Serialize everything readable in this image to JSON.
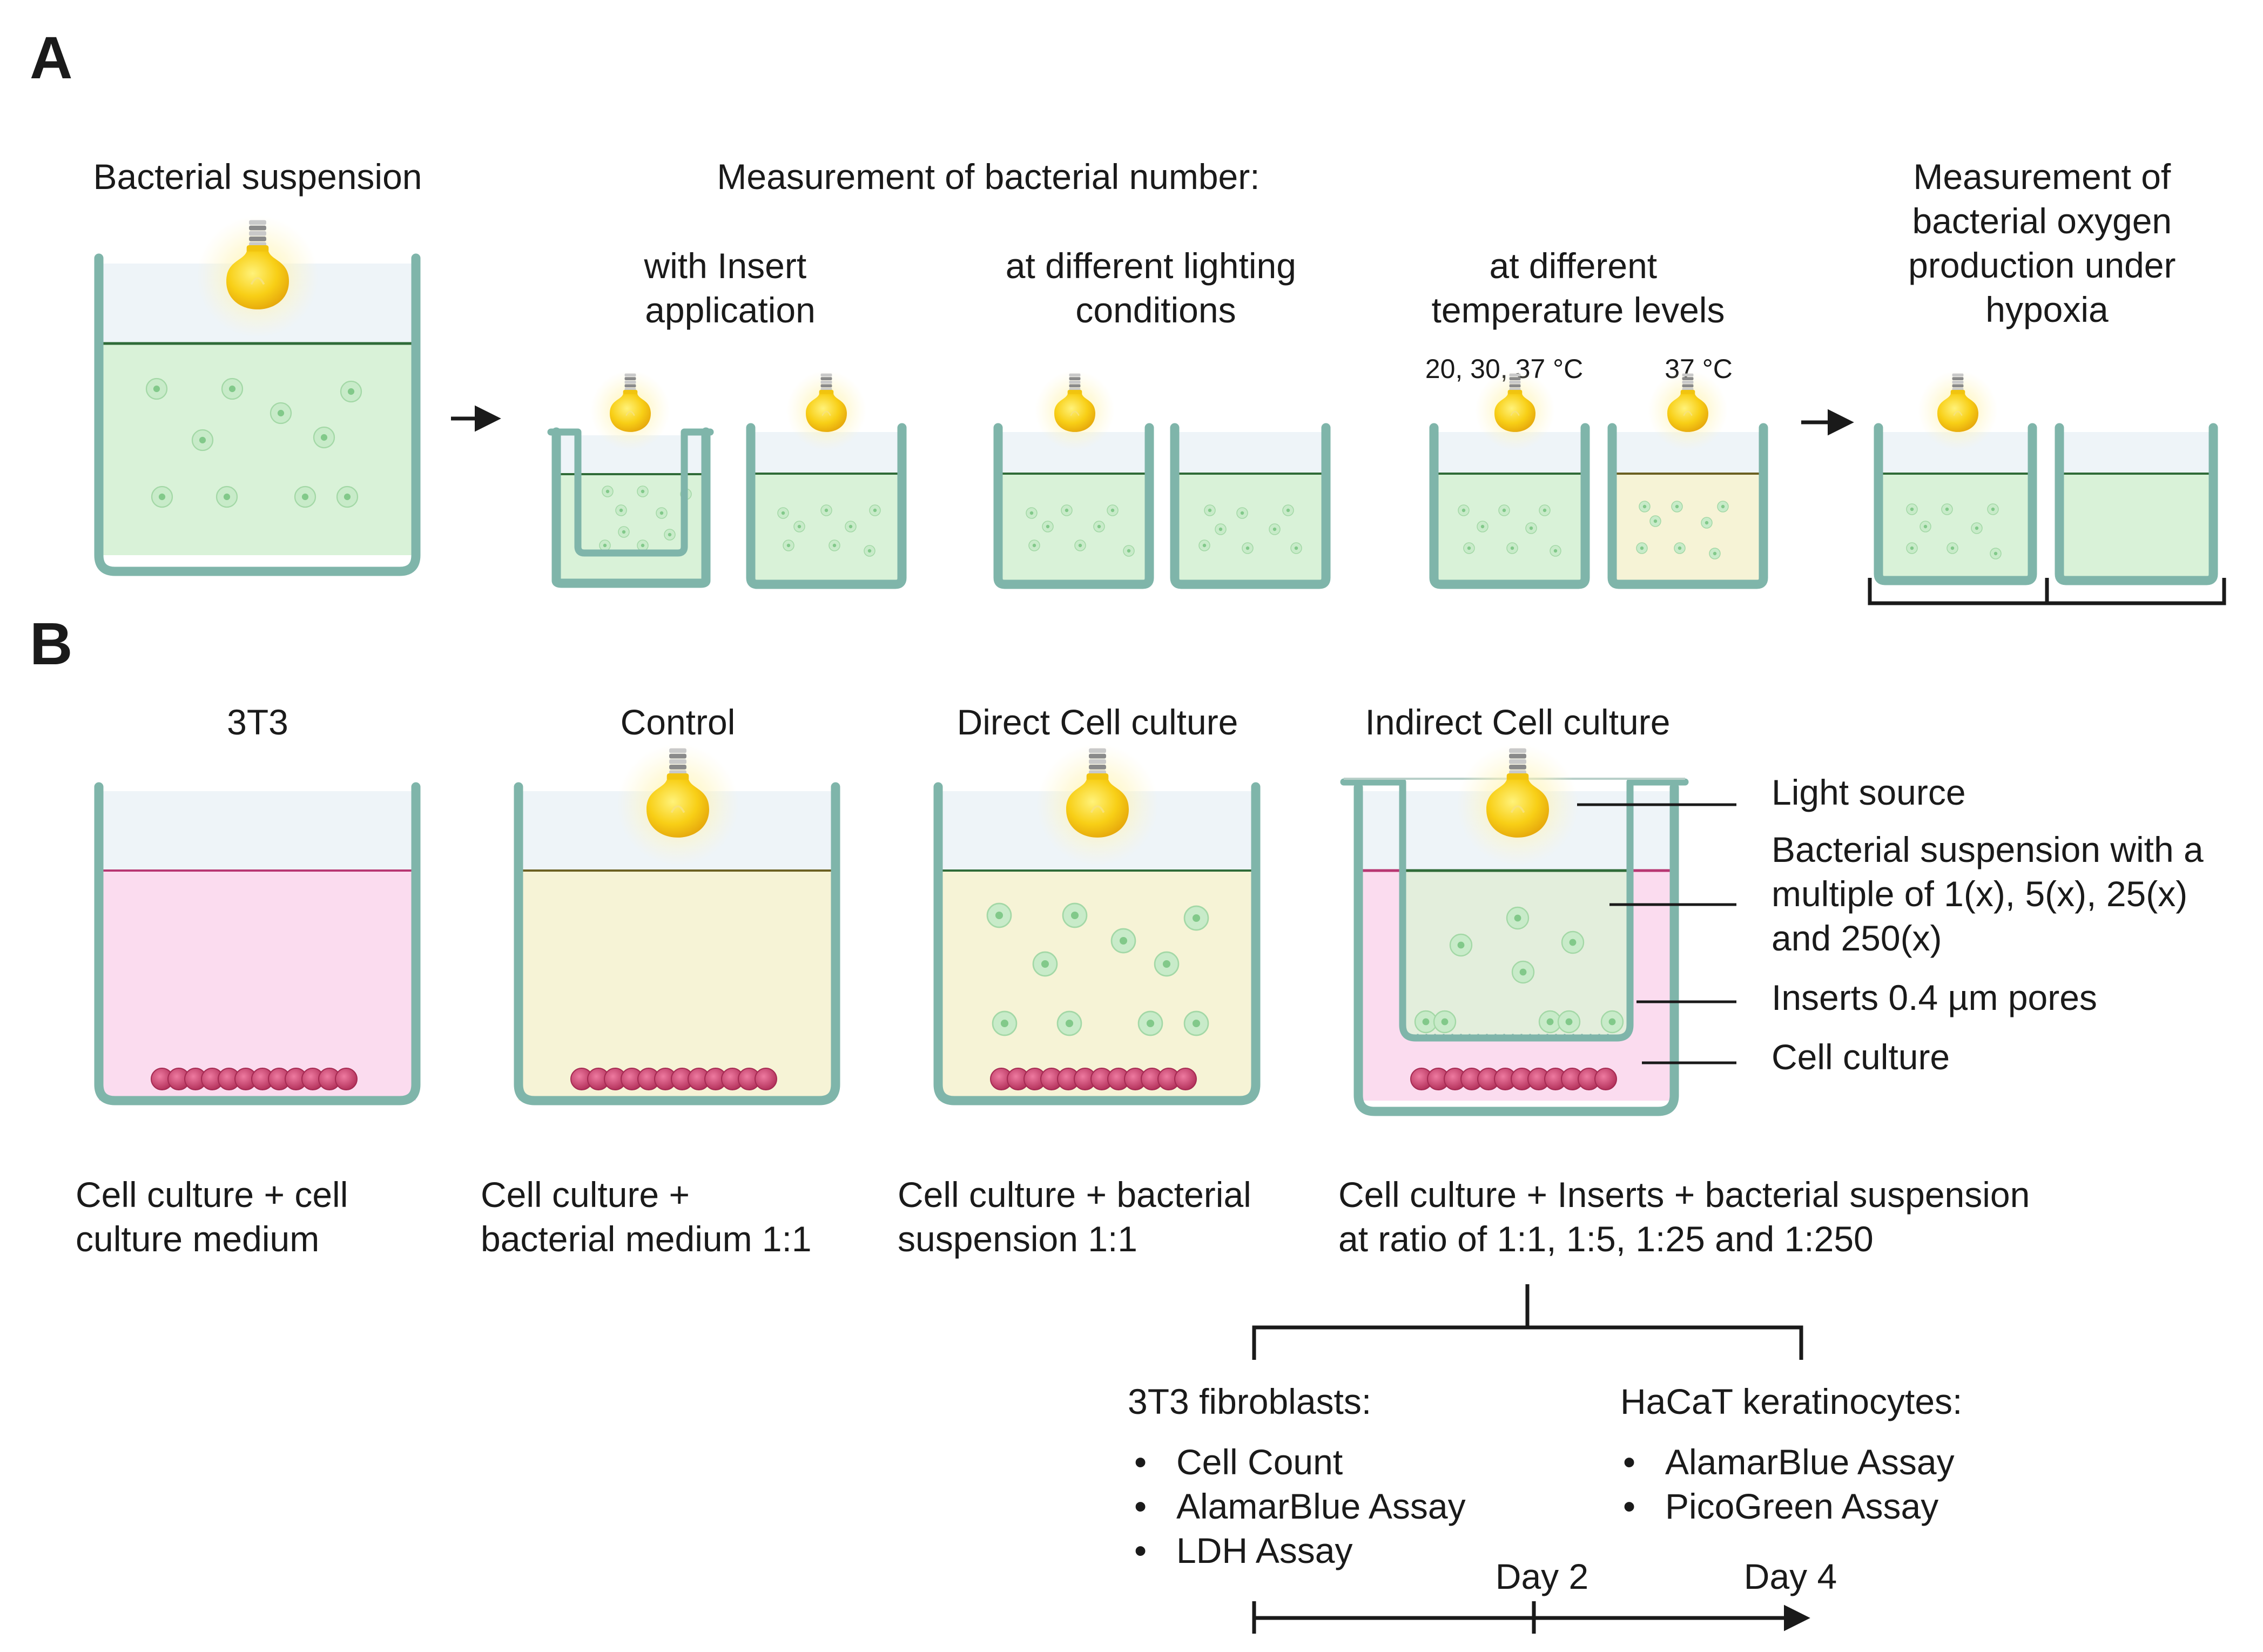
{
  "panels": {
    "a": "A",
    "b": "B"
  },
  "panel_a": {
    "bacterial_suspension": "Bacterial suspension",
    "measurement_number": "Measurement of bacterial number:",
    "insert": [
      "with Insert",
      "application"
    ],
    "lighting": [
      "at different lighting",
      "conditions"
    ],
    "temperature": [
      "at different",
      "temperature levels"
    ],
    "temp_left": "20, 30, 37 °C",
    "temp_right": "37 °C",
    "oxygen": [
      "Measurement of",
      "bacterial oxygen",
      "production under",
      "hypoxia"
    ]
  },
  "panel_b": {
    "titles": [
      "3T3",
      "Control",
      "Direct Cell culture",
      "Indirect Cell culture"
    ],
    "legend": [
      "Light source",
      "Bacterial suspension with a",
      "multiple of 1(x), 5(x), 25(x)",
      "and 250(x)",
      "Inserts 0.4 µm pores",
      "Cell culture"
    ],
    "desc_1": [
      "Cell culture + cell",
      "culture medium"
    ],
    "desc_2": [
      "Cell culture +",
      "bacterial medium 1:1"
    ],
    "desc_3": [
      "Cell culture + bacterial",
      "suspension 1:1"
    ],
    "desc_4": [
      "Cell culture + Inserts + bacterial suspension",
      "at ratio of 1:1, 1:5, 1:25 and 1:250"
    ],
    "fibroblasts": {
      "title": "3T3 fibroblasts:",
      "bullet": "•",
      "items": [
        "Cell Count",
        "AlamarBlue Assay",
        "LDH Assay"
      ]
    },
    "keratinocytes": {
      "title": "HaCaT keratinocytes:",
      "bullet": "•",
      "items": [
        "AlamarBlue Assay",
        "PicoGreen Assay"
      ]
    },
    "timeline": {
      "day2": "Day 2",
      "day4": "Day 4"
    }
  },
  "colors": {
    "vessel": "#7fb5aa",
    "bacterial_green": "#d9f2d8",
    "cell_medium_pink": "#fbdcef",
    "bacterial_medium_yellow": "#f6f3d6",
    "cell_red": "#c93f6a",
    "bulb_yellow": "#f6cc16"
  }
}
